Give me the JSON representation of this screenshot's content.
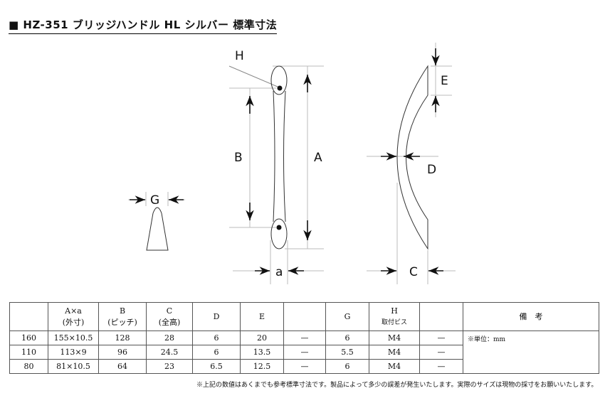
{
  "title": "■ HZ-351 ブリッジハンドル HL シルバー 標準寸法",
  "labels": {
    "H": "H",
    "B": "B",
    "A": "A",
    "a": "a",
    "G": "G",
    "E": "E",
    "D": "D",
    "C": "C"
  },
  "table": {
    "headers": [
      {
        "l1": "",
        "l2": ""
      },
      {
        "l1": "A×a",
        "l2": "(外寸)"
      },
      {
        "l1": "B",
        "l2": "(ピッチ)"
      },
      {
        "l1": "C",
        "l2": "(全高)"
      },
      {
        "l1": "D",
        "l2": ""
      },
      {
        "l1": "E",
        "l2": ""
      },
      {
        "l1": "",
        "l2": ""
      },
      {
        "l1": "G",
        "l2": ""
      },
      {
        "l1": "H",
        "l2": "取付ビス"
      },
      {
        "l1": "",
        "l2": ""
      },
      {
        "l1": "備　考",
        "l2": ""
      }
    ],
    "rows": [
      [
        "160",
        "155×10.5",
        "128",
        "28",
        "6",
        "20",
        "—",
        "6",
        "M4",
        "—"
      ],
      [
        "110",
        "113×9",
        "96",
        "24.5",
        "6",
        "13.5",
        "—",
        "5.5",
        "M4",
        "—"
      ],
      [
        "80",
        "81×10.5",
        "64",
        "23",
        "6.5",
        "12.5",
        "—",
        "6",
        "M4",
        "—"
      ]
    ],
    "remarks": "※単位：mm"
  },
  "footnote": "※上記の数値はあくまでも参考標準寸法です。製品によって多少の誤差が発生いたします。実際のサイズは現物の採寸をお願いいたします。"
}
